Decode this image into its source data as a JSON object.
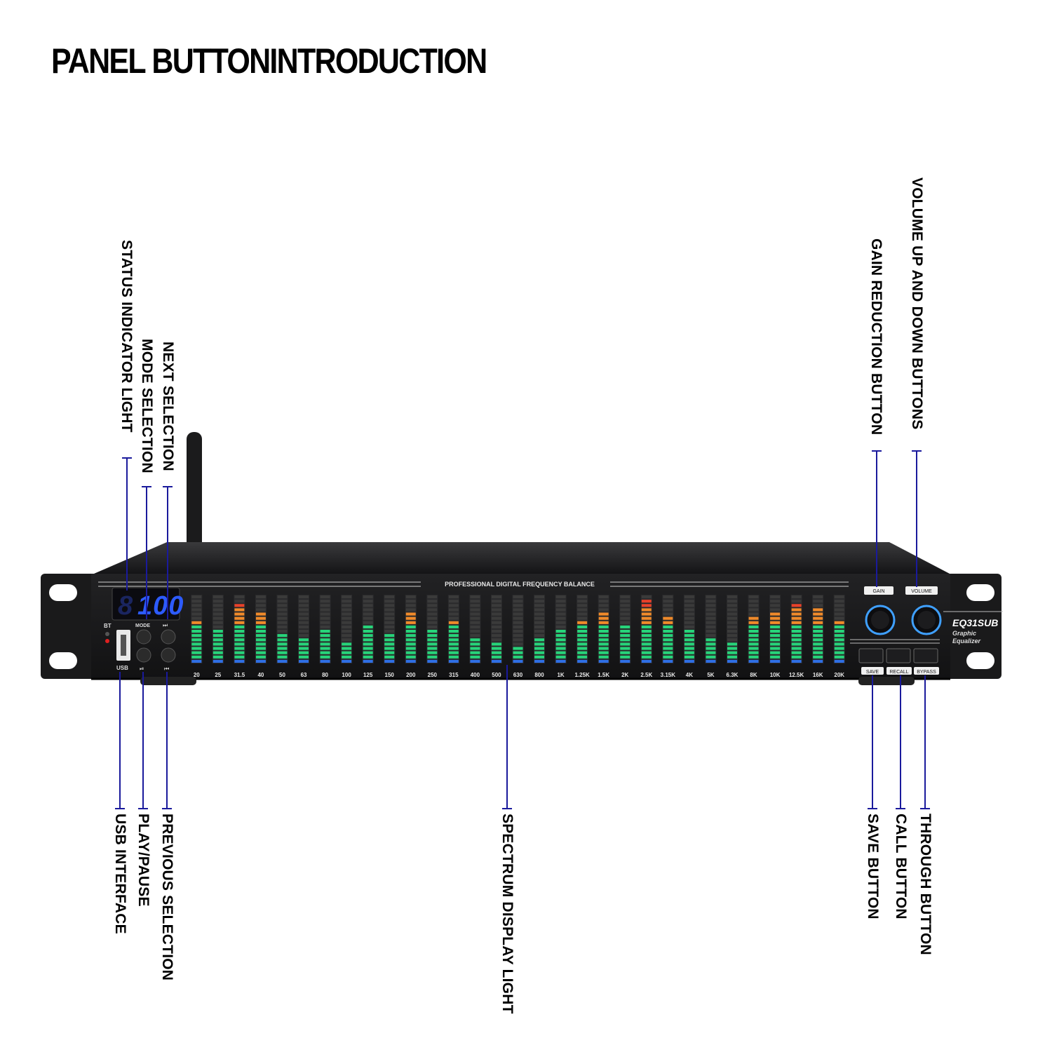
{
  "title": "PANEL BUTTONINTRODUCTION",
  "callouts": {
    "status_indicator": "STATUS INDICATOR LIGHT",
    "mode_selection": "MODE SELECTION",
    "next_selection": "NEXT SELECTION",
    "usb_interface": "USB INTERFACE",
    "play_pause": "PLAY/PAUSE",
    "previous_selection": "PREVIOUS SELECTION",
    "spectrum_display": "SPECTRUM DISPLAY LIGHT",
    "gain_reduction": "GAIN REDUCTION BUTTON",
    "volume_buttons": "VOLUME UP AND DOWN BUTTONS",
    "save_button": "SAVE BUTTON",
    "call_button": "CALL BUTTON",
    "through_button": "THROUGH BUTTON"
  },
  "device": {
    "banner": "PROFESSIONAL DIGITAL FREQUENCY BALANCE",
    "display_value": "100",
    "model": "EQ31SUB",
    "subtitle_line1": "Graphic",
    "subtitle_line2": "Equalizer",
    "labels": {
      "bt": "BT",
      "usb": "USB",
      "mode": "MODE",
      "next": "⏭",
      "play": "⏯",
      "prev": "⏮",
      "gain": "GAIN",
      "volume": "VOLUME",
      "save": "SAVE",
      "recall": "RECALL",
      "bypass": "BYPASS"
    },
    "bands": [
      "20",
      "25",
      "31.5",
      "40",
      "50",
      "63",
      "80",
      "100",
      "125",
      "150",
      "200",
      "250",
      "315",
      "400",
      "500",
      "630",
      "800",
      "1K",
      "1.25K",
      "1.5K",
      "2K",
      "2.5K",
      "3.15K",
      "4K",
      "5K",
      "6.3K",
      "8K",
      "10K",
      "12.5K",
      "16K",
      "20K"
    ],
    "levels": [
      10,
      8,
      14,
      12,
      7,
      6,
      8,
      5,
      9,
      7,
      12,
      8,
      10,
      6,
      5,
      4,
      6,
      8,
      10,
      12,
      9,
      15,
      11,
      8,
      6,
      5,
      11,
      12,
      14,
      13,
      10
    ],
    "colors": {
      "blue": "#2f6fe4",
      "green": "#27d47a",
      "orange": "#f08a2a",
      "red": "#e8412a",
      "off": "#3a3a3a",
      "display": "#2d5bff"
    }
  }
}
